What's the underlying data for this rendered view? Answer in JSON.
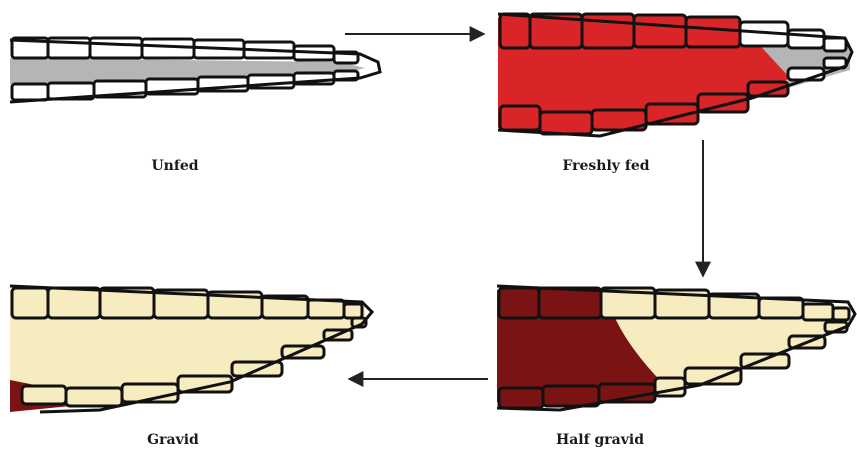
{
  "labels": {
    "unfed": "Unfed",
    "freshly_fed": "Freshly fed",
    "half_gravid": "Half gravid",
    "gravid": "Gravid"
  },
  "colors": {
    "outline": "#111111",
    "segment": "#ffffff",
    "unfed_gut": "#b5b5b5",
    "blood_fresh": "#d92527",
    "blood_digested": "#7a1414",
    "egg_cream": "#f7ecc0",
    "arrow": "#222222"
  },
  "stages": [
    {
      "name": "Unfed",
      "blood_fraction": 0
    },
    {
      "name": "Freshly fed",
      "blood_fraction": 1
    },
    {
      "name": "Half gravid",
      "blood_fraction": 0.5
    },
    {
      "name": "Gravid",
      "blood_fraction": 0.05
    }
  ]
}
